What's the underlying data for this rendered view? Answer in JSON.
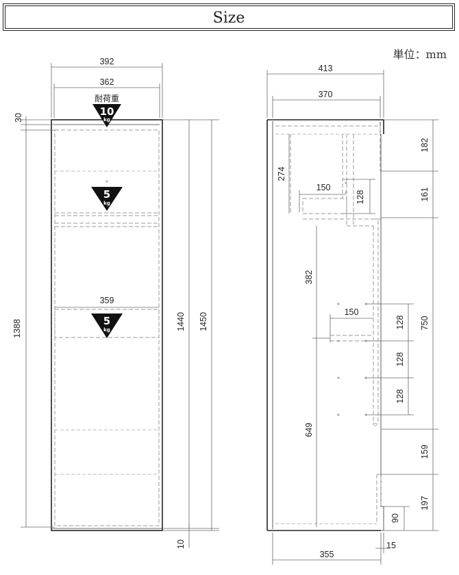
{
  "title": "Size",
  "unit": "単位：mm",
  "front": {
    "overall_width": "392",
    "inner_width": "362",
    "shelf_width": "359",
    "top_thickness": "30",
    "inner_height": "1388",
    "side_height": "1440",
    "total_height": "1450",
    "base_height": "10",
    "load_label": "耐荷重",
    "loads": [
      {
        "value": "10",
        "unit": "kg"
      },
      {
        "value": "5",
        "unit": "kg"
      },
      {
        "value": "5",
        "unit": "kg"
      }
    ]
  },
  "side": {
    "overall_depth": "413",
    "inner_depth": "370",
    "bottom_depth": "355",
    "plinth_setback": "15",
    "upper_drawer_height": "274",
    "upper_hanger_width": "150",
    "upper_hanger_pitch": "128",
    "mid_cavity_height": "382",
    "mid_hanger_width": "150",
    "lower_cavity_height": "649",
    "right_col": {
      "top_section": "182",
      "second_section": "161",
      "middle_section": "750",
      "hook_pitches": [
        "128",
        "128",
        "128"
      ],
      "lower_section": "159",
      "bottom_section": "197",
      "plinth_height": "90"
    }
  }
}
